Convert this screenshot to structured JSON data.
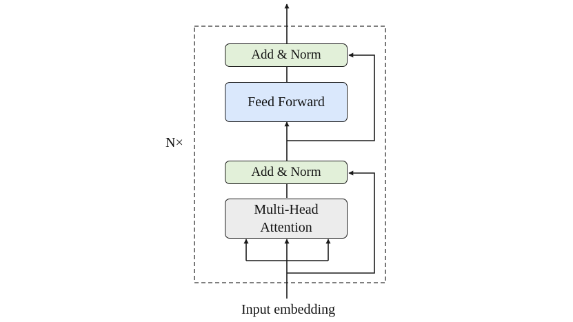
{
  "diagram": {
    "repeat_label": "N×",
    "input_label": "Input embedding",
    "blocks": {
      "add_norm_top": "Add & Norm",
      "feed_forward": "Feed Forward",
      "add_norm_bottom": "Add & Norm",
      "mha_line1": "Multi-Head",
      "mha_line2": "Attention"
    },
    "colors": {
      "add_norm_fill": "#e2f0d9",
      "feed_forward_fill": "#dae8fc",
      "attention_fill": "#ececec",
      "line": "#1a1a1a"
    }
  }
}
